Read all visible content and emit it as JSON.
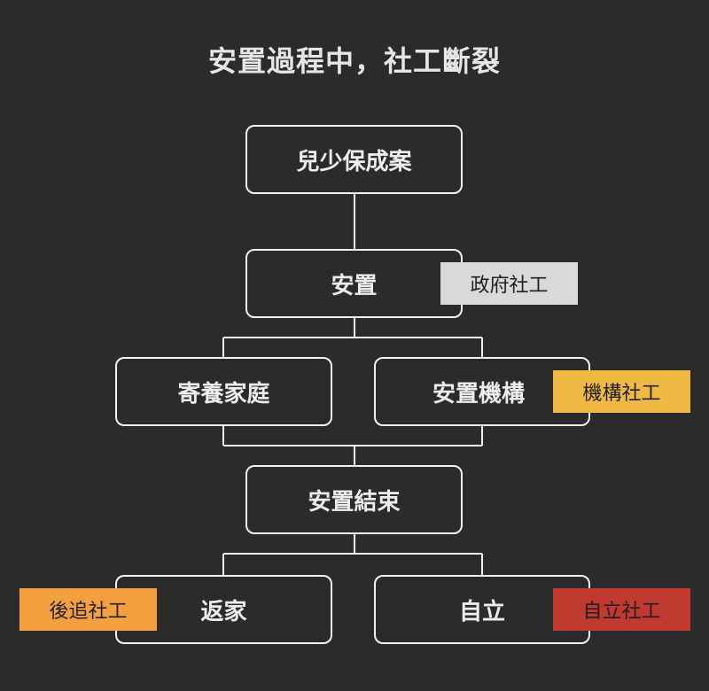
{
  "title": "安置過程中，社工斷裂",
  "nodes": {
    "root": "兒少保成案",
    "placement": "安置",
    "foster": "寄養家庭",
    "institution": "安置機構",
    "end": "安置結束",
    "return_home": "返家",
    "independent": "自立"
  },
  "tags": {
    "gov": {
      "label": "政府社工",
      "color": "#d9d9d9"
    },
    "inst": {
      "label": "機構社工",
      "color": "#efb944"
    },
    "follow": {
      "label": "後追社工",
      "color": "#f5a03e"
    },
    "indep": {
      "label": "自立社工",
      "color": "#c1392f"
    }
  }
}
